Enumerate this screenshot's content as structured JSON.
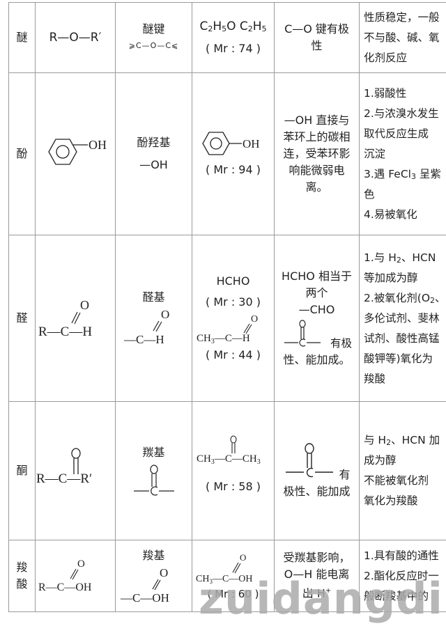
{
  "rows": [
    {
      "class_name": "醚",
      "general_formula": "R—O—R′",
      "functional_group": {
        "name": "醚键",
        "formula": "⩾C—O—C⩽"
      },
      "representative": {
        "formula": "C2H5O C2H5",
        "mr": "( Mr : 74 )"
      },
      "structure_feature": [
        "C—O 键有极",
        "性"
      ],
      "properties": [
        "性质稳定，一般",
        "不与酸、碱、氧",
        "化剂反应"
      ]
    },
    {
      "class_name": "酚",
      "general_formula": "C6H5—OH",
      "functional_group": {
        "name": "酚羟基",
        "formula": "—OH"
      },
      "representative": {
        "formula": "C6H5OH",
        "mr": "( Mr : 94 )"
      },
      "structure_feature": [
        "—OH 直接与",
        "苯环上的碳相",
        "连，受苯环影",
        "响能微弱电",
        "离。"
      ],
      "properties": [
        "1.弱酸性",
        "2.与浓溴水发生",
        "取代反应生成",
        "沉淀",
        "3.遇 FeCl3 呈紫",
        "色",
        "4.易被氧化"
      ]
    },
    {
      "class_name": "醛",
      "general_formula": "R—CHO",
      "functional_group": {
        "name": "醛基",
        "formula": "—CHO"
      },
      "representative": {
        "formula1": "HCHO",
        "mr1": "( Mr : 30 )",
        "formula2": "CH3—CHO",
        "mr2": "( Mr : 44 )"
      },
      "structure_feature": [
        "HCHO 相当于",
        "两个",
        "—CHO",
        "有极",
        "性、能加成。"
      ],
      "properties": [
        "1.与 H2、HCN",
        "等加成为醇",
        "2.被氧化剂(O2、",
        "多伦试剂、斐林",
        "试剂、酸性高锰",
        "酸钾等)氧化为",
        "羧酸"
      ]
    },
    {
      "class_name": "酮",
      "general_formula": "R—CO—R′",
      "functional_group": {
        "name": "羰基",
        "formula": "—CO—"
      },
      "representative": {
        "formula": "CH3—CO—CH3",
        "mr": "( Mr : 58 )"
      },
      "structure_feature": [
        "有",
        "极性、能加成"
      ],
      "properties": [
        "与 H2、HCN 加",
        "成为醇",
        "不能被氧化剂",
        "氧化为羧酸"
      ]
    },
    {
      "class_name": [
        "羧",
        "酸"
      ],
      "general_formula": "R—COOH",
      "functional_group": {
        "name": "羧基",
        "formula": "—COOH"
      },
      "representative": {
        "formula": "CH3—COOH",
        "mr": "( Mr : 60 )"
      },
      "structure_feature": [
        "受羰基影响，",
        "O—H 能电离",
        "出 H+"
      ],
      "properties": [
        "1.具有酸的通性",
        "2.酯化反应时一",
        "般断羧基中的"
      ]
    }
  ],
  "watermark": "zuidangdi.com"
}
